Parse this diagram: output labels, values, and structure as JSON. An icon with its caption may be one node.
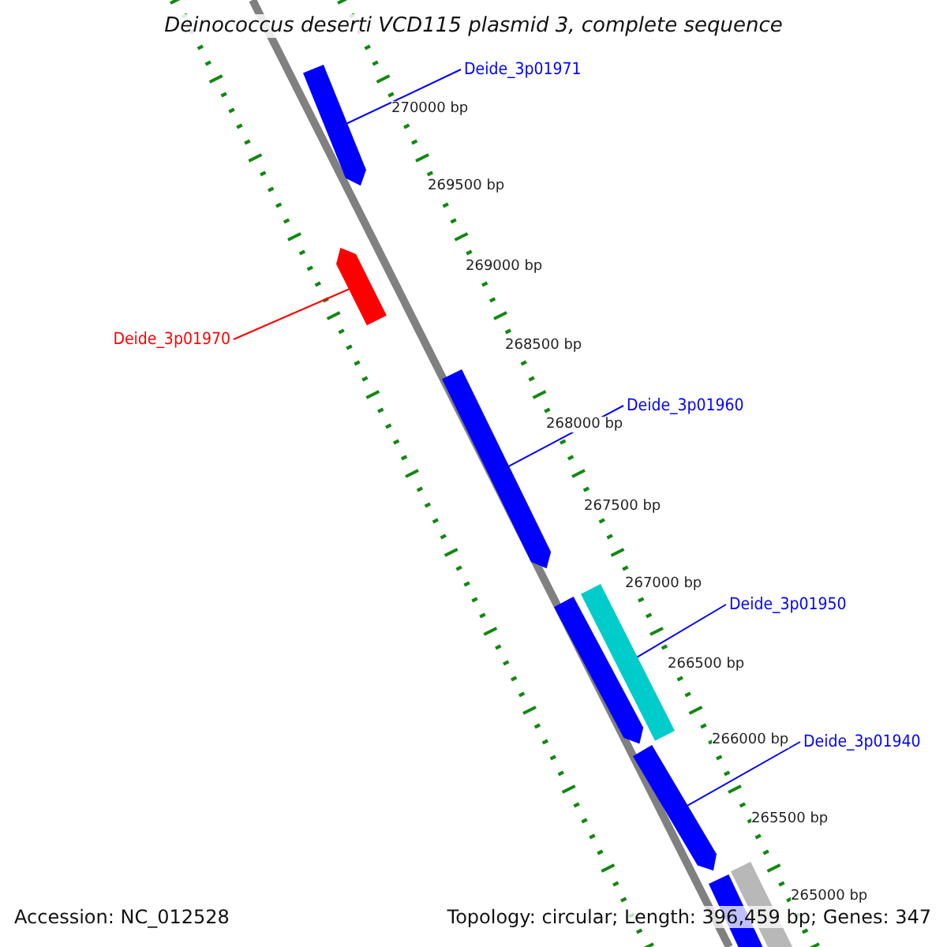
{
  "diagram": {
    "title": "Deinococcus deserti VCD115 plasmid 3, complete sequence",
    "nodes": [
      {
        "text": [
          "Deide_3p01971"
        ]
      },
      {
        "text": [
          "Deide_3p01970"
        ]
      },
      {
        "text": [
          "Deide_3p01960"
        ]
      },
      {
        "text": [
          "Deide_3p01950"
        ]
      },
      {
        "text": [
          "Deide_3p01940"
        ]
      },
      {
        "text": [],
        "shape": "bar"
      },
      {
        "text": [],
        "shape": "bar"
      },
      {
        "text": [],
        "shape": "bar"
      },
      {
        "text": [],
        "shape": "bar"
      },
      {
        "text": [],
        "shape": "bar"
      },
      {
        "text": [],
        "shape": "bar"
      },
      {
        "text": [],
        "shape": "bar"
      },
      {
        "text": [],
        "shape": "bar"
      }
    ],
    "edges": [
      {
        "from": 0,
        "to": 5,
        "arrow": "none"
      },
      {
        "from": 1,
        "to": 6,
        "arrow": "none",
        "color": "#ff0000"
      },
      {
        "from": 2,
        "to": 7,
        "arrow": "none"
      },
      {
        "from": 3,
        "to": 9,
        "arrow": "none"
      },
      {
        "from": 4,
        "to": 10,
        "arrow": "none"
      }
    ],
    "labels": [
      "270000 bp",
      "269500 bp",
      "269000 bp",
      "268500 bp",
      "268000 bp",
      "267500 bp",
      "267000 bp",
      "266500 bp",
      "266000 bp",
      "265500 bp",
      "265000 bp",
      "Accession: NC_012528",
      "Topology: circular; Length: 396,459 bp; Genes: 347"
    ]
  }
}
